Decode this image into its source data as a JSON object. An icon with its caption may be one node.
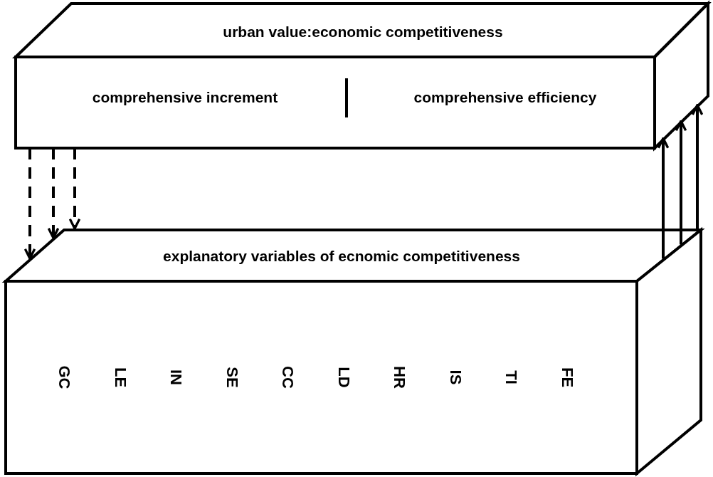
{
  "diagram": {
    "nodes": [
      {
        "text": [
          "urban value:economic competitiveness",
          "comprehensive increment",
          "comprehensive efficiency"
        ]
      },
      {
        "text": [
          "explanatory variables of ecnomic competitiveness"
        ]
      }
    ],
    "edges": [
      {
        "from": 0,
        "to": 1,
        "arrow": "to",
        "style": "dashed"
      },
      {
        "from": 0,
        "to": 1,
        "arrow": "to",
        "style": "dashed"
      },
      {
        "from": 0,
        "to": 1,
        "arrow": "to",
        "style": "dashed"
      },
      {
        "from": 1,
        "to": 0,
        "arrow": "to"
      },
      {
        "from": 1,
        "to": 0,
        "arrow": "to"
      },
      {
        "from": 1,
        "to": 0,
        "arrow": "to"
      }
    ],
    "labels": [
      "GC",
      "LE",
      "IN",
      "SE",
      "CC",
      "LD",
      "HR",
      "IS",
      "TI",
      "FE"
    ]
  }
}
